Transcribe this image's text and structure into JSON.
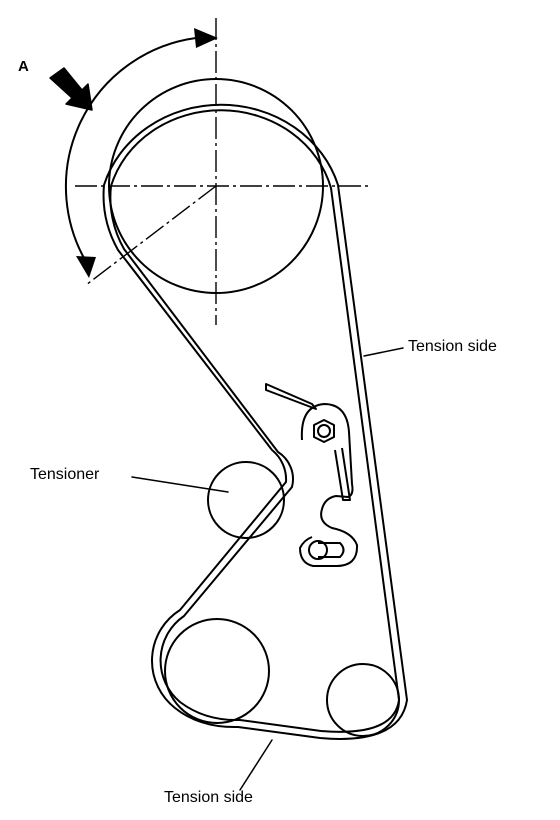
{
  "labels": {
    "a": "A",
    "tensioner": "Tensioner",
    "tension_side_right": "Tension side",
    "tension_side_bottom": "Tension side"
  },
  "colors": {
    "line": "#000000",
    "background": "#ffffff"
  }
}
